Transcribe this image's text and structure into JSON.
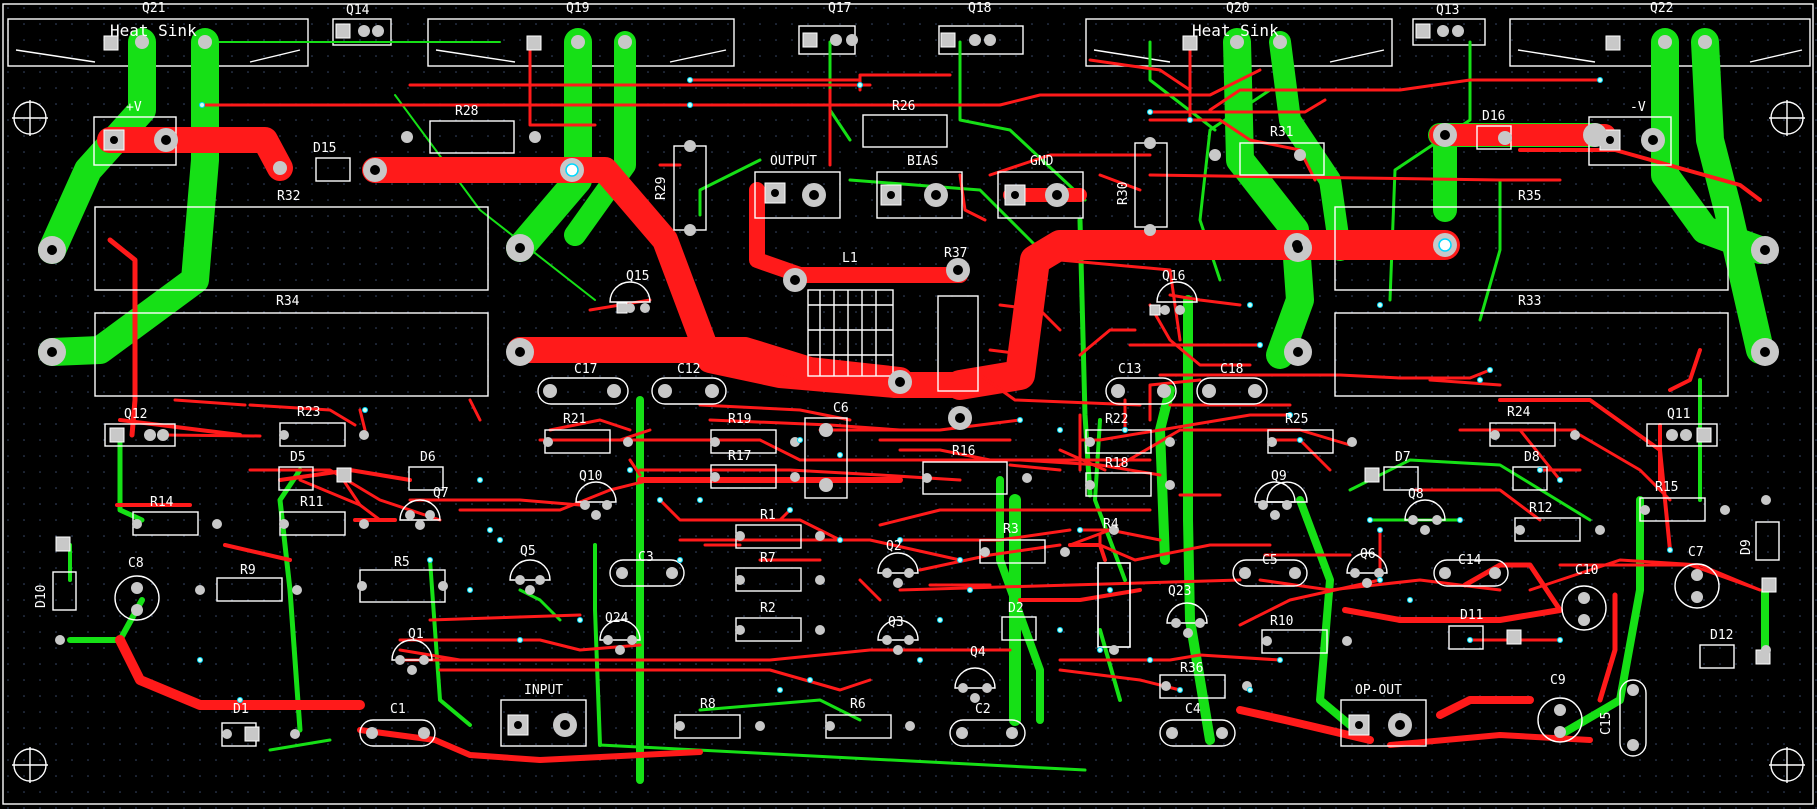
{
  "board": {
    "colors": {
      "top_copper": "#ff1a1a",
      "bottom_copper": "#16e016",
      "silkscreen": "#ffffff",
      "background": "#000000",
      "via": "#00d8ff"
    },
    "heat_sink_label": "Heat Sink",
    "connectors": {
      "power_positive": "+V",
      "power_negative": "-V",
      "output": "OUTPUT",
      "bias": "BIAS",
      "ground": "GND",
      "input": "INPUT",
      "op_out": "OP-OUT"
    },
    "inductor": "L1",
    "components": {
      "Q21": "Q21",
      "Q14": "Q14",
      "Q19": "Q19",
      "Q17": "Q17",
      "Q18": "Q18",
      "Q20": "Q20",
      "Q13": "Q13",
      "Q22": "Q22",
      "R28": "R28",
      "R26": "R26",
      "R31": "R31",
      "D16": "D16",
      "D15": "D15",
      "R32": "R32",
      "R29": "R29",
      "R30": "R30",
      "R35": "R35",
      "R37": "R37",
      "R34": "R34",
      "R33": "R33",
      "Q15": "Q15",
      "Q16": "Q16",
      "C17": "C17",
      "C12": "C12",
      "C13": "C13",
      "C18": "C18",
      "C6": "C6",
      "Q12": "Q12",
      "R23": "R23",
      "R21": "R21",
      "R19": "R19",
      "R17": "R17",
      "R16": "R16",
      "R22": "R22",
      "R18": "R18",
      "R25": "R25",
      "R24": "R24",
      "Q11": "Q11",
      "D5": "D5",
      "D6": "D6",
      "D7": "D7",
      "D8": "D8",
      "Q7": "Q7",
      "Q10": "Q10",
      "Q9": "Q9",
      "Q8": "Q8",
      "R14": "R14",
      "R11": "R11",
      "R1": "R1",
      "R12": "R12",
      "R15": "R15",
      "D10": "D10",
      "C8": "C8",
      "R9": "R9",
      "R5": "R5",
      "Q5": "Q5",
      "C3": "C3",
      "R7": "R7",
      "Q2": "Q2",
      "R3": "R3",
      "R4": "R4",
      "C5": "C5",
      "Q6": "Q6",
      "C14": "C14",
      "C10": "C10",
      "C7": "C7",
      "D9": "D9",
      "R2": "R2",
      "Q3": "Q3",
      "D2": "D2",
      "Q23": "Q23",
      "R10": "R10",
      "D11": "D11",
      "D12": "D12",
      "Q1": "Q1",
      "Q24": "Q24",
      "Q4": "Q4",
      "R36": "R36",
      "C9": "C9",
      "C15": "C15",
      "D1": "D1",
      "C1": "C1",
      "R8": "R8",
      "R6": "R6",
      "C2": "C2",
      "C4": "C4"
    }
  }
}
